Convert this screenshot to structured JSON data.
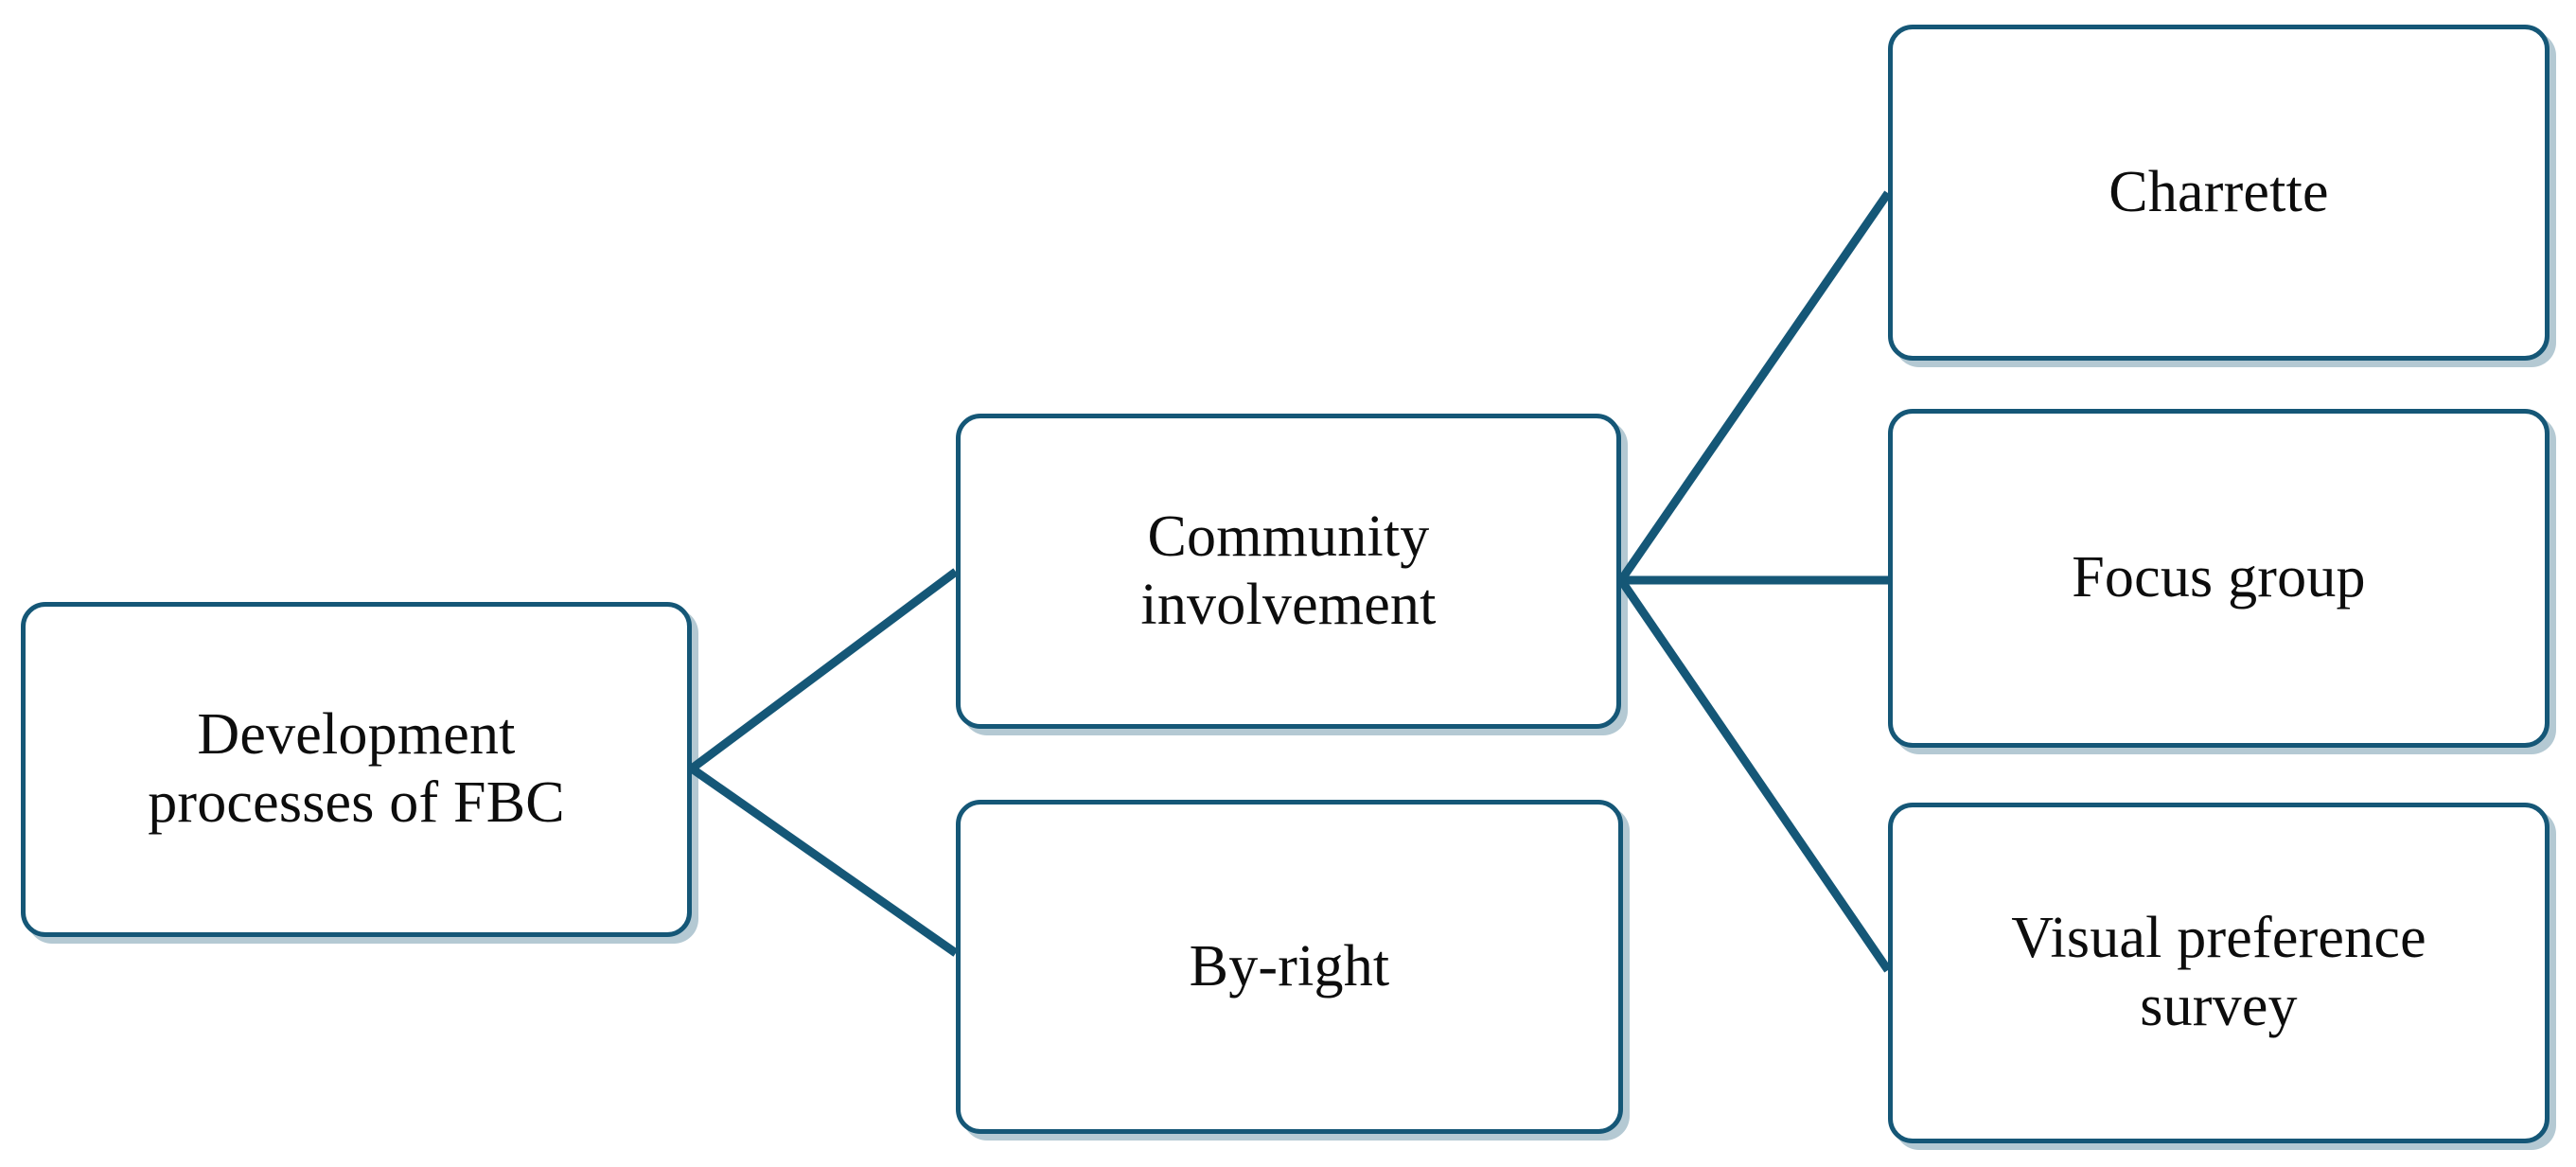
{
  "diagram": {
    "title": "Development processes of FBC",
    "type": "tree",
    "orientation": "left-to-right",
    "colors": {
      "node_border": "#155777",
      "node_shadow": "#8fa8bd",
      "node_fill": "#ffffff",
      "connector": "#155777",
      "label_text": "#0d0d0d",
      "background": "#ffffff"
    },
    "nodes": {
      "root": {
        "id": "development-processes-of-fbc",
        "label": "Development\nprocesses of FBC",
        "level": 0
      },
      "community": {
        "id": "community-involvement",
        "label": "Community\ninvolvement",
        "level": 1
      },
      "byright": {
        "id": "by-right",
        "label": "By-right",
        "level": 1
      },
      "charrette": {
        "id": "charrette",
        "label": "Charrette",
        "level": 2
      },
      "focusgroup": {
        "id": "focus-group",
        "label": "Focus group",
        "level": 2
      },
      "vps": {
        "id": "visual-preference-survey",
        "label": "Visual preference\nsurvey",
        "level": 2
      }
    },
    "edges": [
      {
        "from": "development-processes-of-fbc",
        "to": "community-involvement"
      },
      {
        "from": "development-processes-of-fbc",
        "to": "by-right"
      },
      {
        "from": "community-involvement",
        "to": "charrette"
      },
      {
        "from": "community-involvement",
        "to": "focus-group"
      },
      {
        "from": "community-involvement",
        "to": "visual-preference-survey"
      }
    ]
  }
}
